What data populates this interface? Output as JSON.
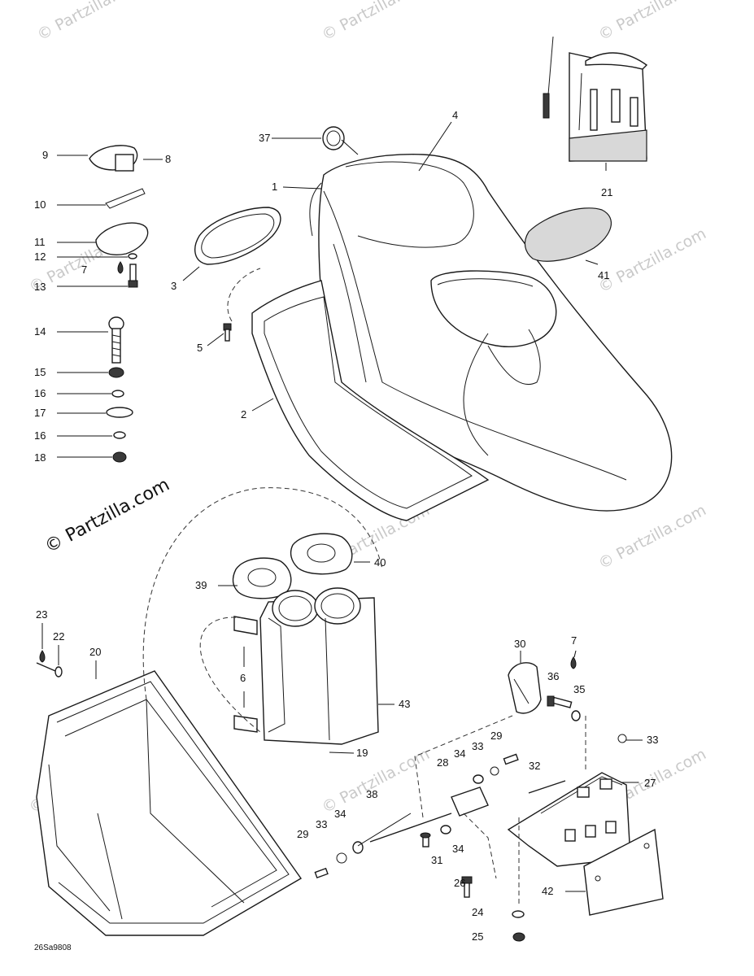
{
  "watermark": "© Partzilla.com",
  "brand_mark": "© Partzilla.com",
  "figure_code": "26Sa9808",
  "callouts": [
    "1",
    "2",
    "3",
    "4",
    "5",
    "6",
    "7",
    "7",
    "8",
    "9",
    "10",
    "11",
    "12",
    "13",
    "14",
    "15",
    "16",
    "16",
    "17",
    "18",
    "19",
    "20",
    "21",
    "22",
    "23",
    "24",
    "25",
    "26",
    "27",
    "28",
    "29",
    "29",
    "30",
    "31",
    "32",
    "33",
    "33",
    "33",
    "34",
    "34",
    "34",
    "35",
    "36",
    "37",
    "38",
    "39",
    "40",
    "41",
    "42",
    "43"
  ]
}
